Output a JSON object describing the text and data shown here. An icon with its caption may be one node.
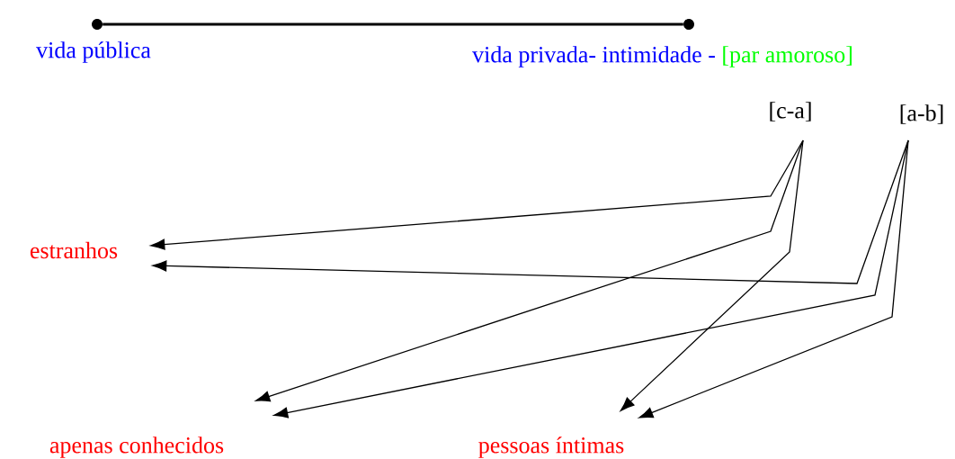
{
  "diagram": {
    "nodes": [
      {
        "text": [],
        "shape": "circle"
      },
      {
        "text": [],
        "shape": "circle"
      },
      {
        "text": [
          "vida pública"
        ]
      },
      {
        "text": [
          "vida privada- intimidade -",
          "[par amoroso]"
        ]
      },
      {
        "text": [
          "[c-a]"
        ]
      },
      {
        "text": [
          "[a-b]"
        ]
      },
      {
        "text": [
          "estranhos"
        ]
      },
      {
        "text": [
          "apenas conhecidos"
        ]
      },
      {
        "text": [
          "pessoas íntimas"
        ]
      }
    ],
    "edges": [
      {
        "from": 0,
        "to": 1,
        "arrow": "none",
        "style": "thick"
      },
      {
        "from": 4,
        "to": 6,
        "arrow": "to"
      },
      {
        "from": 4,
        "to": 7,
        "arrow": "to"
      },
      {
        "from": 4,
        "to": 8,
        "arrow": "to"
      },
      {
        "from": 5,
        "to": 6,
        "arrow": "to"
      },
      {
        "from": 5,
        "to": 7,
        "arrow": "to"
      },
      {
        "from": 5,
        "to": 8,
        "arrow": "to"
      }
    ]
  }
}
